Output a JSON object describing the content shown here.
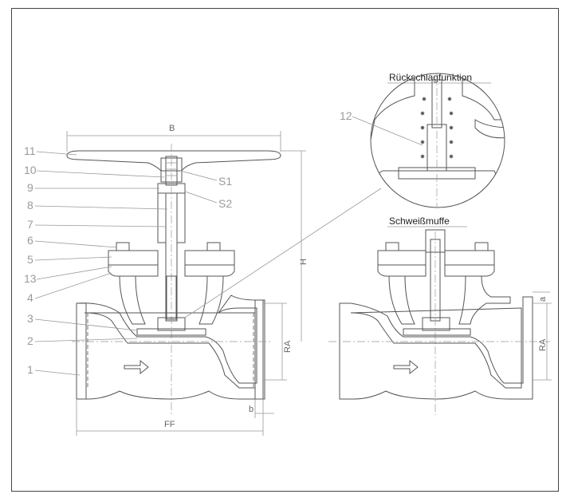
{
  "details": {
    "check_function_title": "Rückschlagfunktion",
    "weld_socket_title": "Schweißmuffe"
  },
  "dimensions": {
    "B": "B",
    "H": "H",
    "RA": "RA",
    "FF": "FF",
    "b": "b",
    "a": "a",
    "S1": "S1",
    "S2": "S2"
  },
  "part_numbers": [
    "11",
    "10",
    "9",
    "8",
    "7",
    "6",
    "5",
    "13",
    "4",
    "3",
    "2",
    "1",
    "12"
  ],
  "colors": {
    "line": "#555555",
    "hatch": "#888888",
    "frame": "#444444",
    "label": "#9a9a9a"
  }
}
